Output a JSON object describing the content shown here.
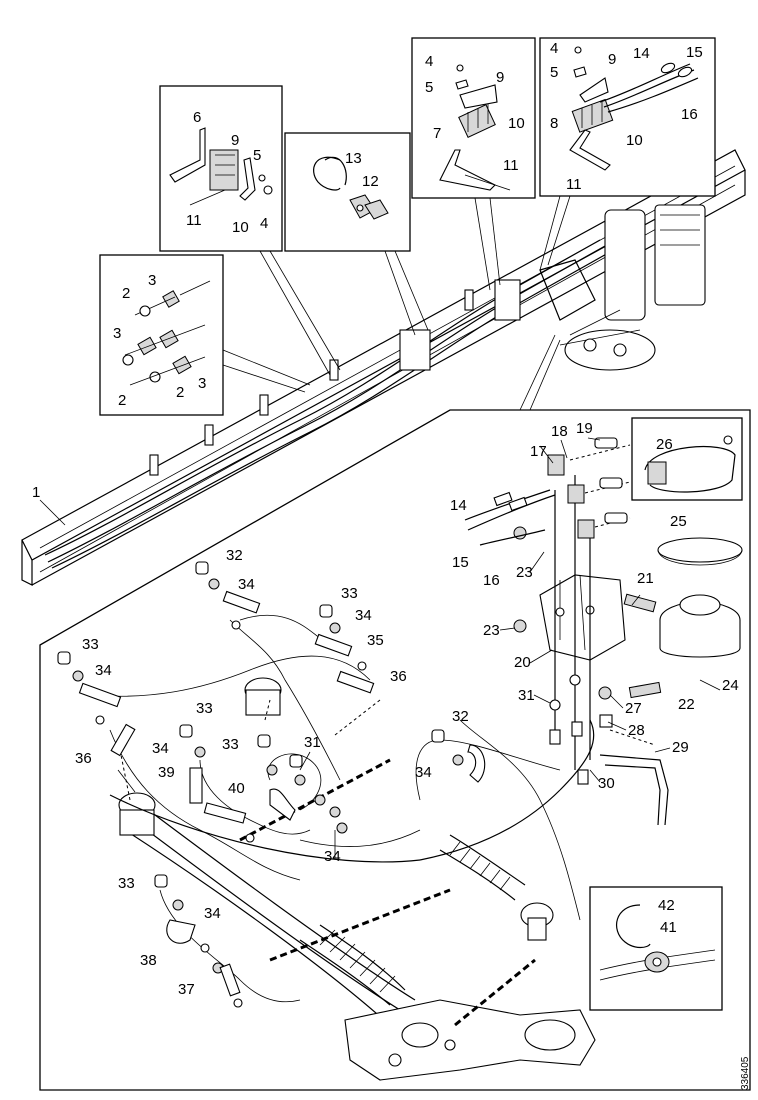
{
  "figure_code": "336405",
  "callouts": [
    "1",
    "2",
    "3",
    "4",
    "5",
    "6",
    "7",
    "8",
    "9",
    "10",
    "11",
    "12",
    "13",
    "14",
    "15",
    "16",
    "17",
    "18",
    "19",
    "20",
    "21",
    "22",
    "23",
    "24",
    "25",
    "26",
    "27",
    "28",
    "29",
    "30",
    "31",
    "32",
    "33",
    "34",
    "35",
    "36",
    "37",
    "38",
    "39",
    "40",
    "41",
    "42"
  ]
}
